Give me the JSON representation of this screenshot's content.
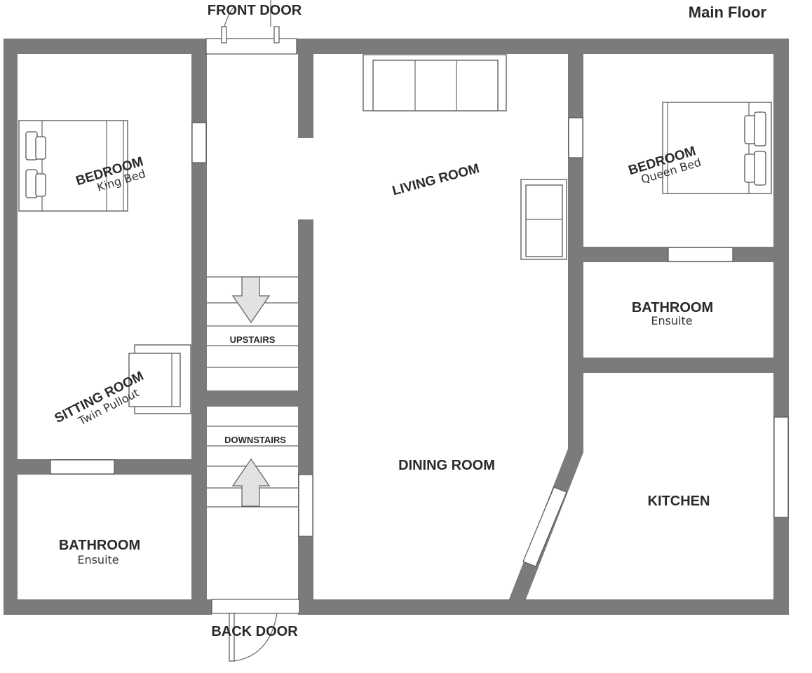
{
  "title": "Main Floor",
  "colors": {
    "wall": "#7b7b7b",
    "stair_arrow": "#e2e2e2",
    "text": "#2a2a2a"
  },
  "doors": {
    "front": "FRONT DOOR",
    "back": "BACK DOOR"
  },
  "rooms": {
    "bedroom_left": {
      "name": "BEDROOM",
      "note": "King Bed"
    },
    "sitting_room": {
      "name": "SITTING ROOM",
      "note": "Twin Pullout"
    },
    "bathroom_left": {
      "name": "BATHROOM",
      "note": "Ensuite"
    },
    "living_room": {
      "name": "LIVING ROOM"
    },
    "dining_room": {
      "name": "DINING ROOM"
    },
    "bedroom_right": {
      "name": "BEDROOM",
      "note": "Queen Bed"
    },
    "bathroom_right": {
      "name": "BATHROOM",
      "note": "Ensuite"
    },
    "kitchen": {
      "name": "KITCHEN"
    }
  },
  "stairs": {
    "up": "UPSTAIRS",
    "down": "DOWNSTAIRS"
  }
}
